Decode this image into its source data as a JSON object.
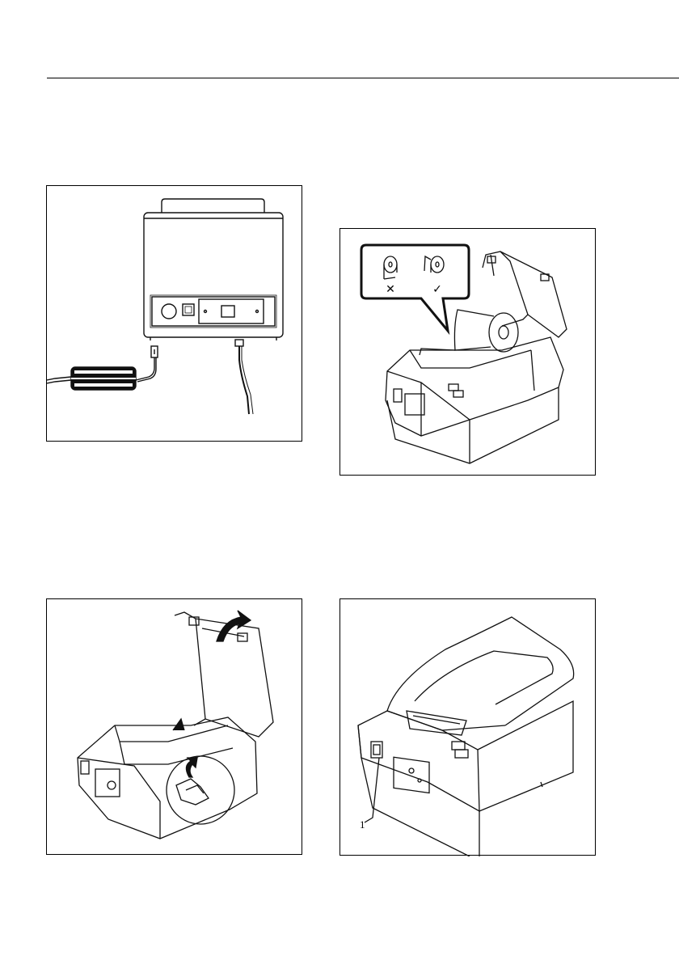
{
  "page": {
    "background": "#ffffff",
    "line_color": "#000000"
  },
  "figures": {
    "connection": {
      "icon": "printer-rear-connection-illustration"
    },
    "paper_roll": {
      "icon": "paper-roll-loading-illustration",
      "wrong_mark": "✕",
      "right_mark": "✓"
    },
    "open_cover": {
      "icon": "printer-cover-open-illustration"
    },
    "printer_front": {
      "icon": "printer-front-illustration",
      "callout_number": "1"
    }
  }
}
